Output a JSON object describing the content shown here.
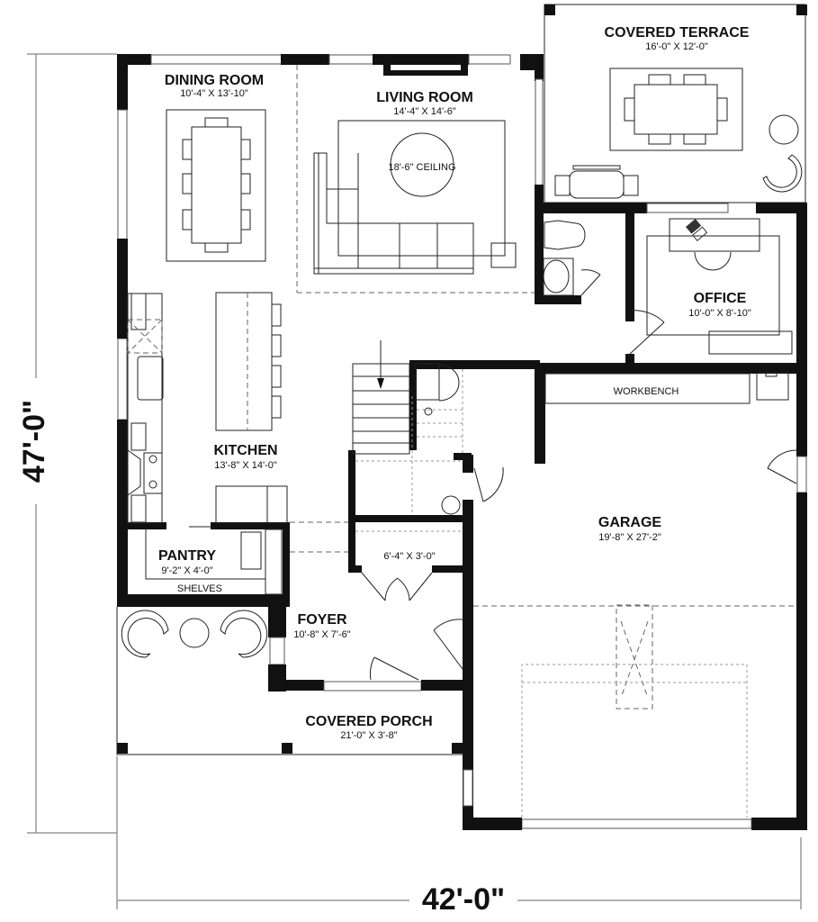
{
  "plan": {
    "overall_width": "42'-0\"",
    "overall_depth": "47'-0\"",
    "colors": {
      "wall": "#111111",
      "line": "#222222",
      "dimension_line": "#999999",
      "background": "#ffffff"
    }
  },
  "rooms": {
    "covered_terrace": {
      "name": "COVERED TERRACE",
      "dim": "16'-0\" X 12'-0\""
    },
    "dining_room": {
      "name": "DINING ROOM",
      "dim": "10'-4\" X 13'-10\""
    },
    "living_room": {
      "name": "LIVING ROOM",
      "dim": "14'-4\" X 14'-6\"",
      "note": "18'-6\" CEILING"
    },
    "office": {
      "name": "OFFICE",
      "dim": "10'-0\" X 8'-10\""
    },
    "kitchen": {
      "name": "KITCHEN",
      "dim": "13'-8\" X 14'-0\""
    },
    "pantry": {
      "name": "PANTRY",
      "dim": "9'-2\" X 4'-0\"",
      "note": "SHELVES"
    },
    "closet": {
      "dim": "6'-4\" X 3'-0\""
    },
    "foyer": {
      "name": "FOYER",
      "dim": "10'-8\" X 7'-6\""
    },
    "covered_porch": {
      "name": "COVERED PORCH",
      "dim": "21'-0\" X 3'-8\""
    },
    "garage": {
      "name": "GARAGE",
      "dim": "19'-8\" X 27'-2\"",
      "note": "WORKBENCH"
    }
  }
}
